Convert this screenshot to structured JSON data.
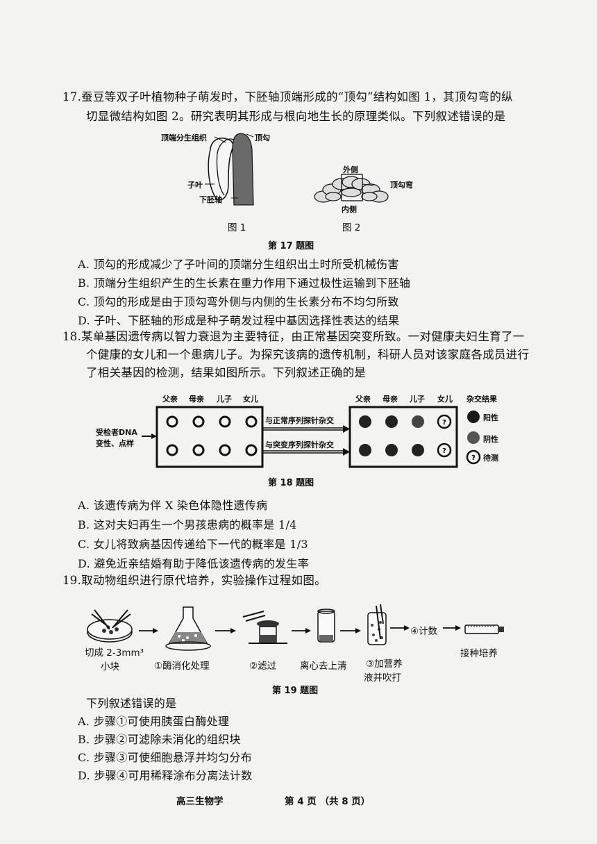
{
  "q17": {
    "line1": "17.蚕豆等双子叶植物种子萌发时，下胚轴顶端形成的“顶勾”结构如图 1，其顶勾弯的纵",
    "line2": "切显微结构如图 2。研究表明其形成与根向地生长的原理类似。下列叙述错误的是",
    "fig_labels": {
      "meristem": "顶端分生组织",
      "hook": "顶勾",
      "cotyledon": "子叶",
      "hypocotyl": "下胚轴",
      "outer": "外侧",
      "inner": "内侧",
      "hook_bend": "顶勾弯",
      "fig1": "图 1",
      "fig2": "图 2"
    },
    "caption": "第 17 题图",
    "options": [
      "A. 顶勾的形成减少了子叶间的顶端分生组织出土时所受机械伤害",
      "B. 顶端分生组织产生的生长素在重力作用下通过极性运输到下胚轴",
      "C. 顶勾的形成是由于顶勾弯外侧与内侧的生长素分布不均匀所致",
      "D. 子叶、下胚轴的形成是种子萌发过程中基因选择性表达的结果"
    ]
  },
  "q18": {
    "line1": "18.某单基因遗传病以智力衰退为主要特征，由正常基因突变所致。一对健康夫妇生育了一",
    "line2": "个健康的女儿和一个患病儿子。为探究该病的遗传机制，科研人员对该家庭各成员进行",
    "line3": "了相关基因的检测，结果如图所示。下列叙述正确的是",
    "fig_labels": {
      "members": [
        "父亲",
        "母亲",
        "儿子",
        "女儿"
      ],
      "result_header": "杂交结果",
      "sample1": "受检者DNA",
      "sample2": "变性、点样",
      "probe_normal": "与正常序列探针杂交",
      "probe_mutant": "与突变序列探针杂交",
      "positive": "阳性",
      "negative": "阴性",
      "pending": "待测"
    },
    "caption": "第 18 题图",
    "options": [
      "A. 该遗传病为伴 X 染色体隐性遗传病",
      "B. 这对夫妇再生一个男孩患病的概率是 1/4",
      "C. 女儿将致病基因传递给下一代的概率是 1/3",
      "D. 避免近亲结婚有助于降低该遗传病的发生率"
    ]
  },
  "q19": {
    "line1": "19.取动物组织进行原代培养，实验操作过程如图。",
    "steps": {
      "cut1": "切成 2-3mm³",
      "cut2": "小块",
      "enzyme": "①酶消化处理",
      "filter": "②滤过",
      "centrifuge": "离心去上清",
      "add1": "③加营养",
      "add2": "液并吹打",
      "count": "④计数",
      "seed": "接种培养"
    },
    "caption": "第 19 题图",
    "stem": "下列叙述错误的是",
    "options": [
      "A. 步骤①可使用胰蛋白酶处理",
      "B. 步骤②可滤除未消化的组织块",
      "C. 步骤③可使细胞悬浮并均匀分布",
      "D. 步骤④可用稀释涂布分离法计数"
    ]
  },
  "footer": {
    "subject": "高三生物学",
    "page": "第 4 页 （共 8 页）"
  }
}
